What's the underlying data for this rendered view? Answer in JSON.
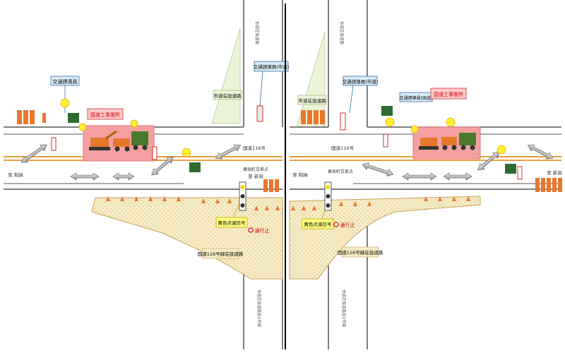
{
  "left_panel": {
    "traffic_guard_label": "交通誘導員",
    "construction_zone_label": "国道工事箇所",
    "city_road_label": "市道荘設道路",
    "city_guard_label": "交通誘導員(市道)",
    "route_label": "国道116号",
    "place_left": "至 和納",
    "place_right": "至 新潟",
    "intersection_label": "東栄町交差点",
    "signal_label": "黄色点滅信号",
    "closure_label": "通行止",
    "area_label": "国道116号線荘設道路",
    "vertical_top_text": "市道荘設道路",
    "vertical_bottom_text": "市道荘設道路至2号線"
  },
  "right_panel": {
    "traffic_guard_label": "交通誘導員(市道)",
    "guard_national_label": "交通誘導員(国道)",
    "construction_zone_label": "国道工事箇所",
    "city_road_label": "市道荘設道路",
    "route_label": "国道116号",
    "place_left": "至 和納",
    "place_right": "至 新潟",
    "intersection_label": "東栄町交差点",
    "signal_label": "黄色点滅信号",
    "closure_label": "通行止",
    "area_label": "国道116号線荘設道路",
    "vertical_top_text": "市道荘設道路",
    "vertical_bottom_text": "市道荘設道路至2号線"
  },
  "colors": {
    "road_line": "#555555",
    "center_line": "#e8a040",
    "work_zone": "#f4a0a0",
    "sand_area": "#f5e6b8",
    "light_green_area": "#eaf4d6",
    "label_box_yellow": "#ffff80",
    "label_box_blue": "#d8ecf8",
    "sign_orange": "#e8772e",
    "divider": "#000000"
  }
}
